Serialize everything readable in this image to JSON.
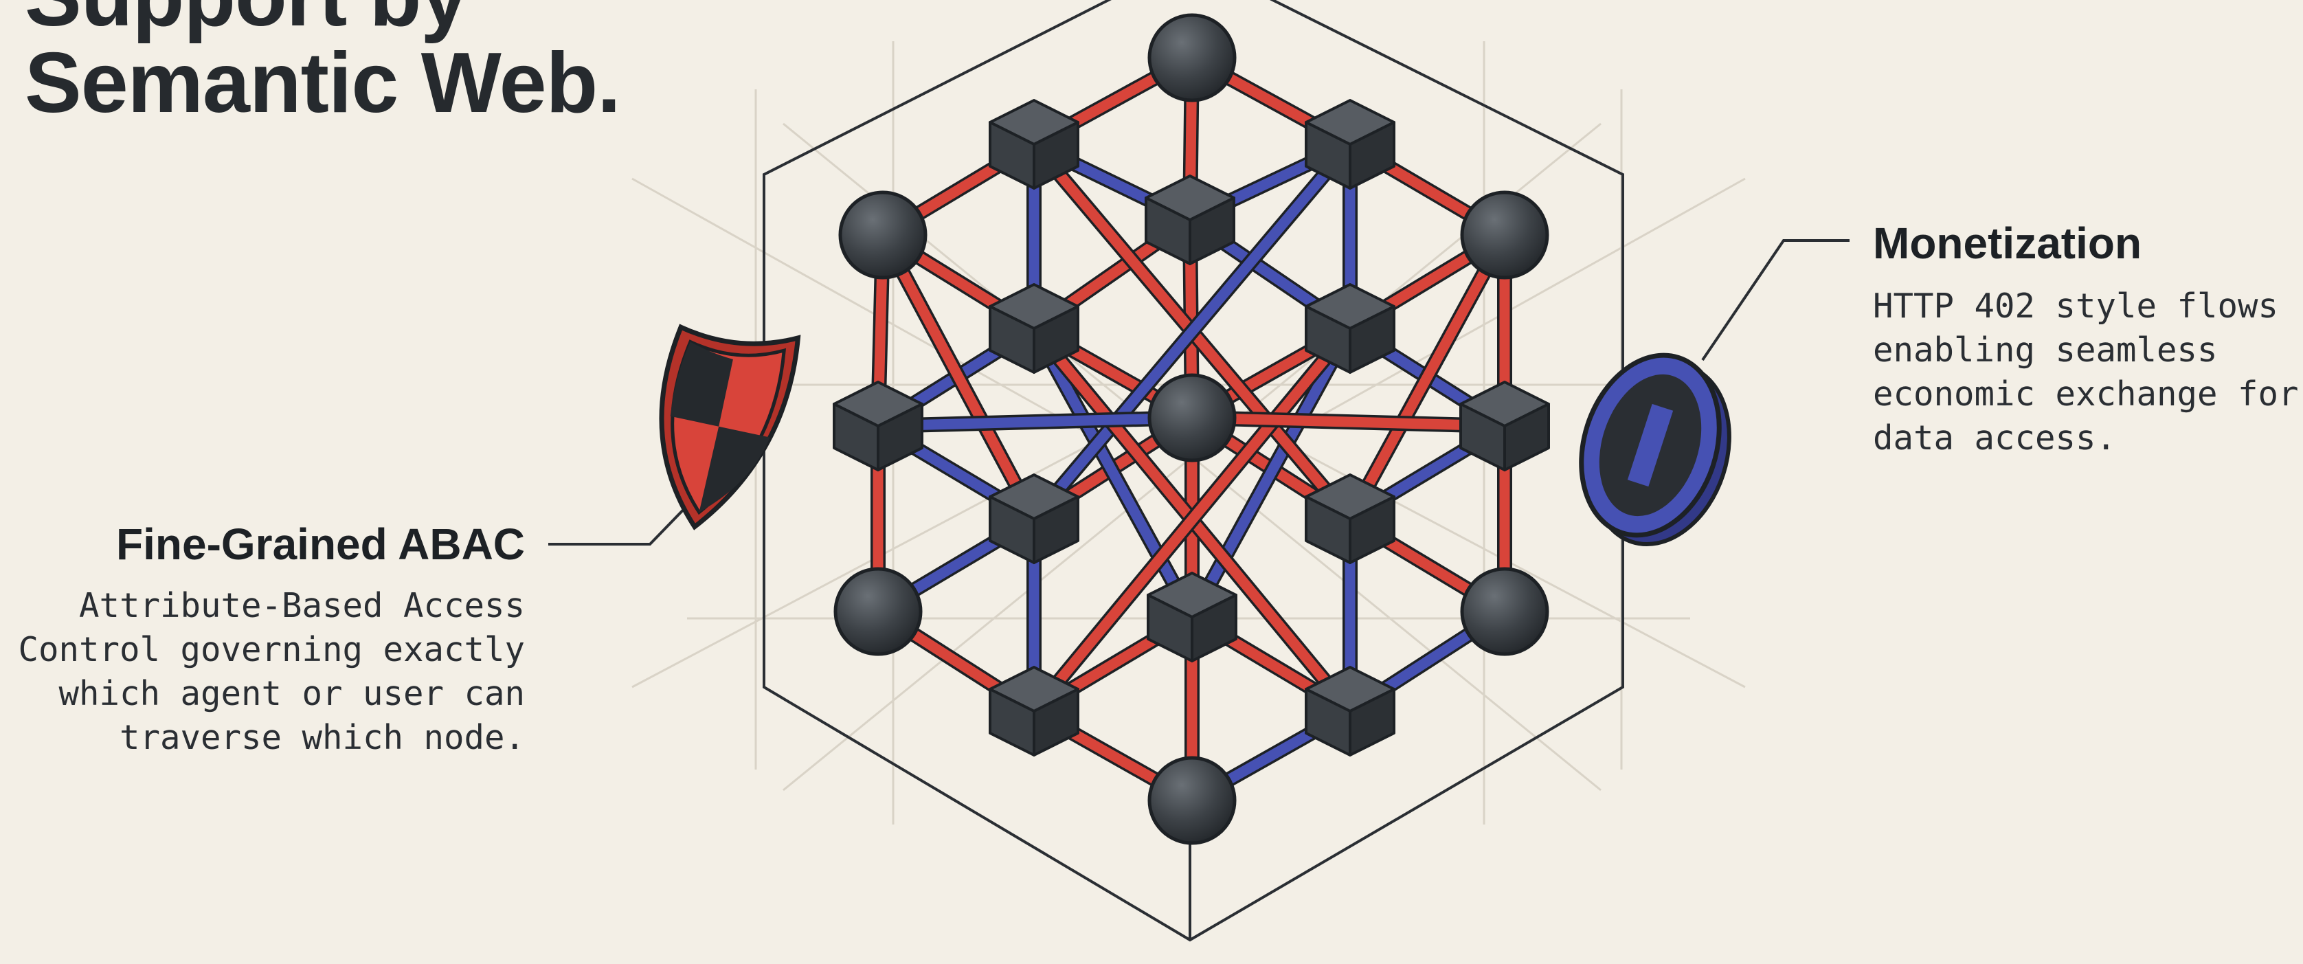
{
  "title": {
    "lines": [
      "Support by",
      "Semantic Web."
    ]
  },
  "left_block": {
    "title": "Fine-Grained ABAC",
    "description_lines": [
      "Attribute-Based Access",
      "Control governing exactly",
      "which agent or user can",
      "traverse which node."
    ],
    "icon": "shield-icon"
  },
  "right_block": {
    "title": "Monetization",
    "description_lines": [
      "HTTP 402 style flows",
      "enabling seamless",
      "economic exchange for",
      "data access."
    ],
    "icon": "coin-icon"
  },
  "colors": {
    "background": "#f3efe6",
    "red_edge": "#d8443a",
    "blue_edge": "#4651b3",
    "node": "#3d4247",
    "outline": "#2a2e33"
  }
}
